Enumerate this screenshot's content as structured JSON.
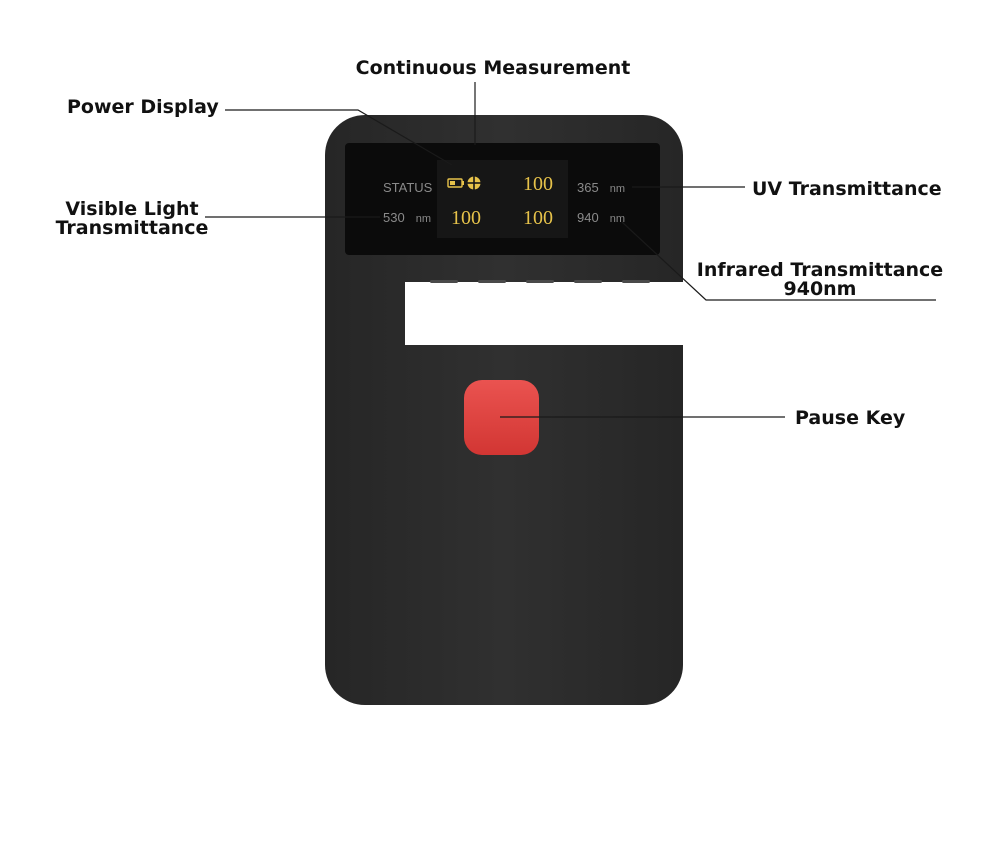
{
  "callouts": {
    "continuous_measurement": "Continuous Measurement",
    "power_display": "Power Display",
    "visible_light_line1": "Visible Light",
    "visible_light_line2": "Transmittance",
    "uv_transmittance": "UV Transmittance",
    "infrared_line1": "Infrared Transmittance",
    "infrared_line2": "940nm",
    "pause_key": "Pause Key"
  },
  "display": {
    "status_label": "STATUS",
    "uv_wavelength": "365",
    "visible_wavelength": "530",
    "infrared_wavelength": "940",
    "unit": "nm",
    "uv_value": "100",
    "visible_value": "100",
    "infrared_value": "100"
  },
  "icons": {
    "battery": "battery-icon",
    "measurement": "crosshair-circle-icon"
  },
  "colors": {
    "device_body": "#2b2b2b",
    "screen": "#0b0b0b",
    "lcd_digits": "#e6c24a",
    "pause_key": "#e0413f"
  }
}
